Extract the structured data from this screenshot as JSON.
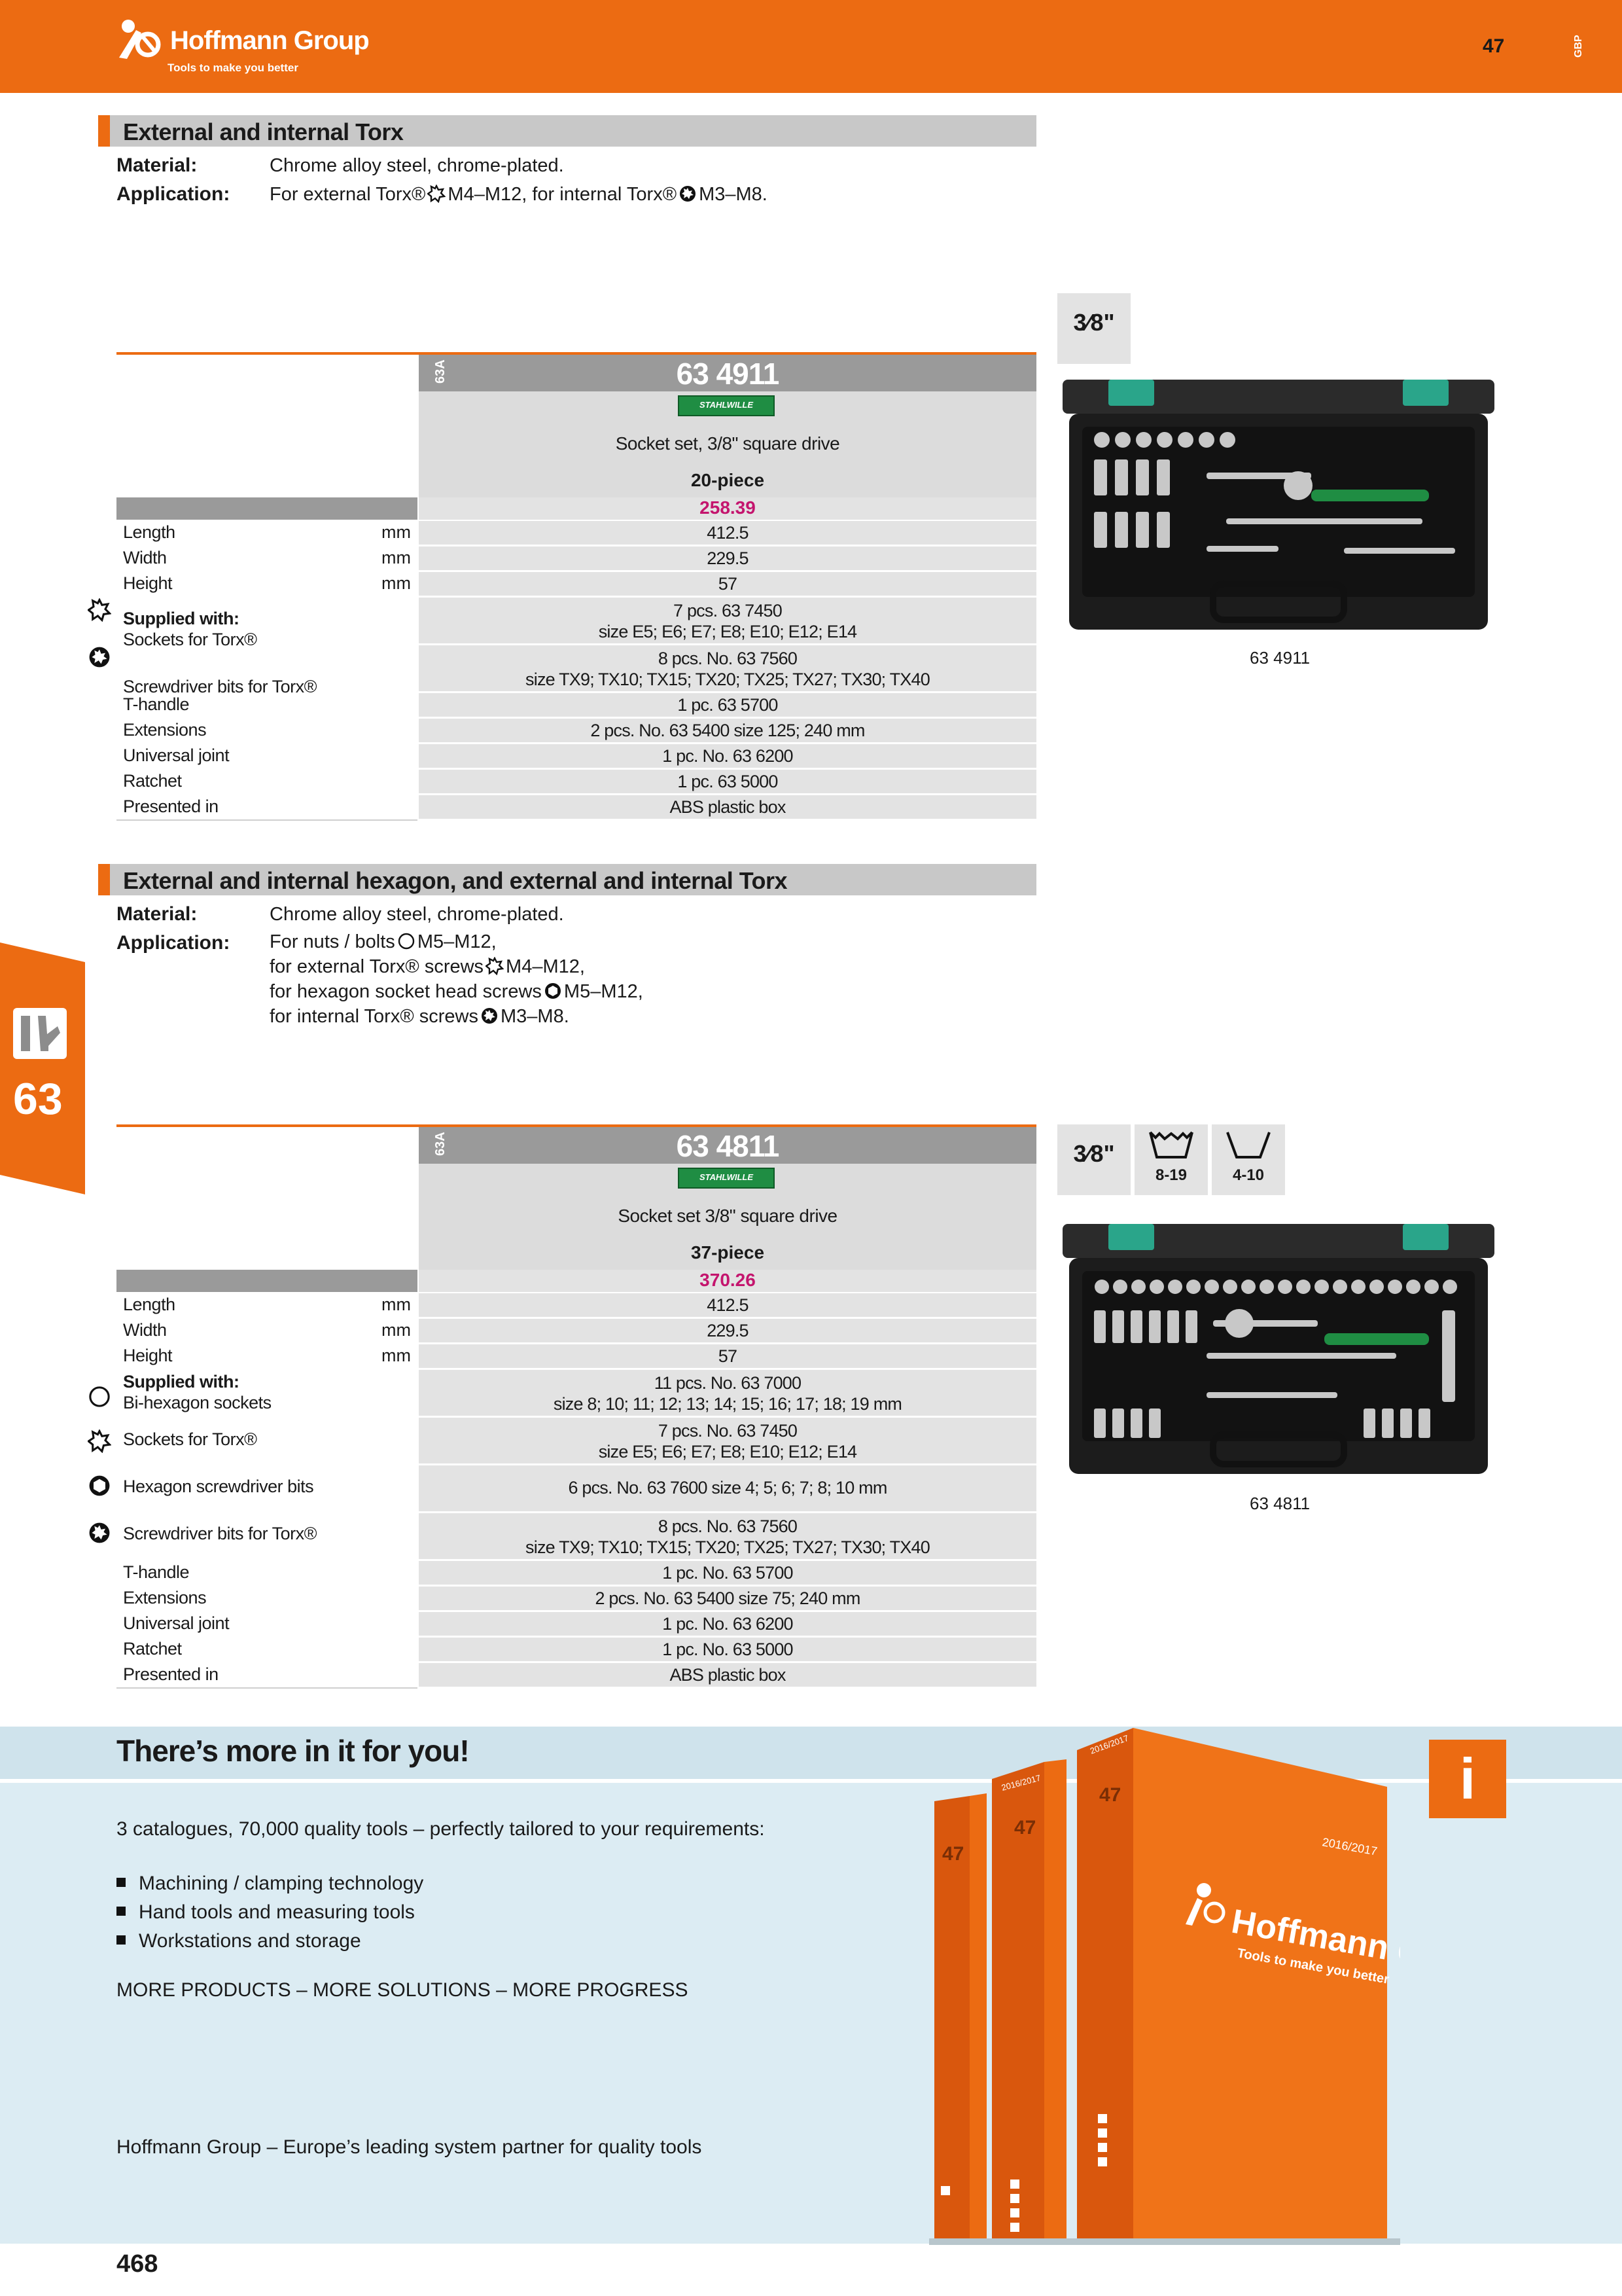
{
  "header": {
    "brand": "Hoffmann Group",
    "tagline": "Tools to make you better",
    "page_ref": "47",
    "region": "GBP"
  },
  "side_tab": {
    "chapter": "63",
    "icon": "wrench-icon"
  },
  "section1": {
    "title": "External and internal Torx",
    "material_label": "Material:",
    "material_text": "Chrome alloy steel, chrome-plated.",
    "application_label": "Application:",
    "application_parts": [
      "For external Torx®",
      "M4–M12, for internal Torx®",
      "M3–M8."
    ]
  },
  "product1": {
    "code": "63A",
    "article": "63 4911",
    "brand": "STAHLWILLE",
    "description": "Socket set, 3/8\" square drive",
    "pieces": "20-piece",
    "price": "258.39",
    "drive": "3⁄8\"",
    "image_caption": "63 4911",
    "rows": [
      {
        "label": "Length",
        "unit": "mm",
        "value": "412.5"
      },
      {
        "label": "Width",
        "unit": "mm",
        "value": "229.5"
      },
      {
        "label": "Height",
        "unit": "mm",
        "value": "57"
      }
    ],
    "supplied_label": "Supplied with:",
    "supplied": [
      {
        "label": "Sockets for Torx®",
        "line1": "7 pcs. 63 7450",
        "line2": "size E5; E6; E7; E8; E10; E12; E14"
      },
      {
        "label": "Screwdriver bits for Torx®",
        "line1": "8 pcs. No. 63 7560",
        "line2": "size TX9; TX10; TX15; TX20; TX25; TX27; TX30; TX40"
      },
      {
        "label": "T-handle",
        "line1": "1 pc. 63 5700"
      },
      {
        "label": "Extensions",
        "line1": "2 pcs. No. 63 5400 size 125; 240 mm"
      },
      {
        "label": "Universal joint",
        "line1": "1 pc. No. 63 6200"
      },
      {
        "label": "Ratchet",
        "line1": "1 pc. 63 5000"
      },
      {
        "label": "Presented in",
        "line1": "ABS plastic box"
      }
    ]
  },
  "section2": {
    "title": "External and internal hexagon, and external and internal Torx",
    "material_label": "Material:",
    "material_text": "Chrome alloy steel, chrome-plated.",
    "application_label": "Application:",
    "application_lines": [
      [
        "For nuts / bolts",
        "M5–M12,"
      ],
      [
        "for external Torx® screws",
        "M4–M12,"
      ],
      [
        "for hexagon socket head screws",
        "M5–M12,"
      ],
      [
        "for internal Torx® screws",
        "M3–M8."
      ]
    ]
  },
  "product2": {
    "code": "63A",
    "article": "63 4811",
    "brand": "STAHLWILLE",
    "description": "Socket set 3/8\" square drive",
    "pieces": "37-piece",
    "price": "370.26",
    "drive": "3⁄8\"",
    "range_bihex": "8-19",
    "range_torx": "4-10",
    "image_caption": "63 4811",
    "rows": [
      {
        "label": "Length",
        "unit": "mm",
        "value": "412.5"
      },
      {
        "label": "Width",
        "unit": "mm",
        "value": "229.5"
      },
      {
        "label": "Height",
        "unit": "mm",
        "value": "57"
      }
    ],
    "supplied_label": "Supplied with:",
    "supplied": [
      {
        "label": "Bi-hexagon sockets",
        "line1": "11 pcs. No. 63 7000",
        "line2": "size 8; 10; 11; 12; 13; 14; 15; 16; 17; 18; 19 mm"
      },
      {
        "label": "Sockets for Torx®",
        "line1": "7 pcs. No. 63 7450",
        "line2": "size E5; E6; E7; E8; E10; E12; E14"
      },
      {
        "label": "Hexagon screwdriver bits",
        "line1": "6 pcs. No. 63 7600 size 4; 5; 6; 7; 8; 10 mm"
      },
      {
        "label": "Screwdriver bits for Torx®",
        "line1": "8 pcs. No. 63 7560",
        "line2": "size TX9; TX10; TX15; TX20; TX25; TX27; TX30; TX40"
      },
      {
        "label": "T-handle",
        "line1": "1 pc. No. 63 5700"
      },
      {
        "label": "Extensions",
        "line1": "2 pcs. No. 63 5400 size 75; 240 mm"
      },
      {
        "label": "Universal joint",
        "line1": "1 pc. No. 63 6200"
      },
      {
        "label": "Ratchet",
        "line1": "1 pc. No. 63 5000"
      },
      {
        "label": "Presented in",
        "line1": "ABS plastic box"
      }
    ]
  },
  "promo": {
    "title": "There’s more in it for you!",
    "intro": "3 catalogues, 70,000 quality tools – perfectly tailored to your requirements:",
    "bullets": [
      "Machining / clamping technology",
      "Hand tools and measuring tools",
      "Workstations and storage"
    ],
    "tagline": "MORE PRODUCTS – MORE SOLUTIONS – MORE PROGRESS",
    "footer_text": "Hoffmann Group – Europe’s leading system partner for quality tools",
    "info_icon": "i",
    "book_year": "2016/2017",
    "book_no": "47",
    "book_brand": "Hoffmann Group",
    "book_tagline": "Tools to make you better"
  },
  "footer": {
    "page_number": "468"
  },
  "colors": {
    "brand_orange": "#ec6b12",
    "price_magenta": "#c4156e",
    "table_grey": "#e3e3e3",
    "promo_blue": "#dcecf3"
  }
}
